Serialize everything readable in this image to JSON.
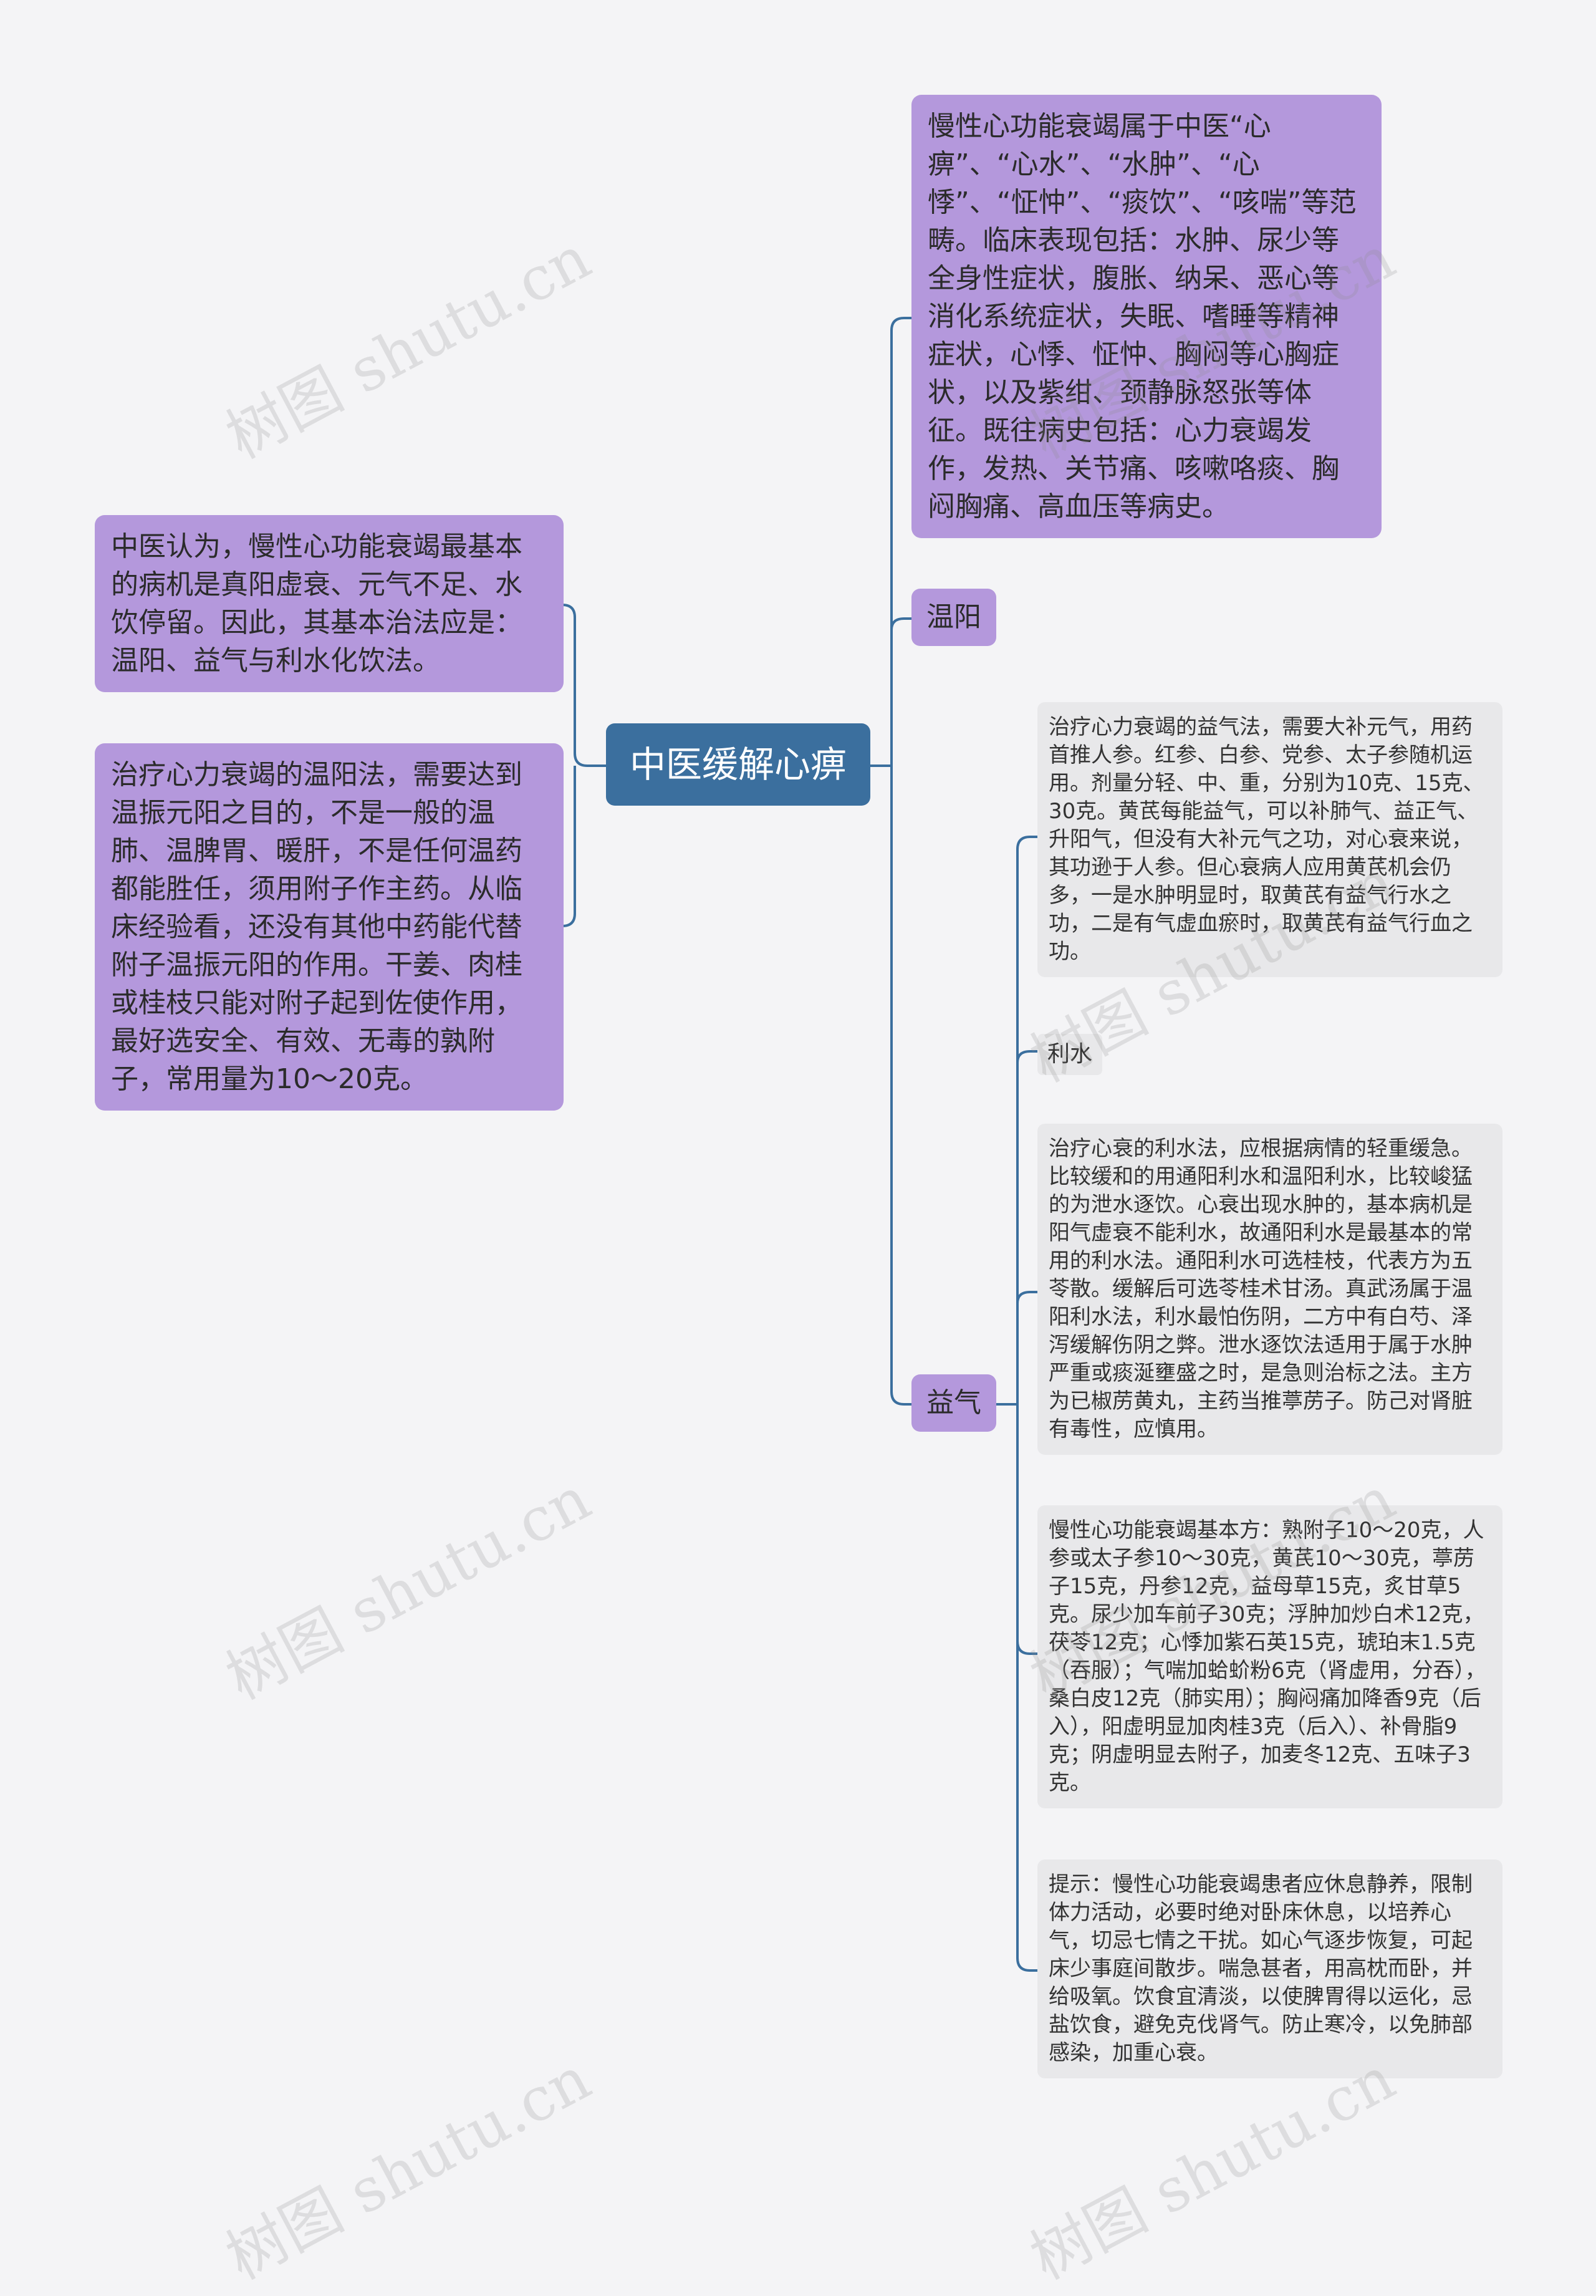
{
  "root": {
    "label": "中医缓解心痹"
  },
  "left": {
    "node1": "中医认为，慢性心功能衰竭最基本的病机是真阳虚衰、元气不足、水饮停留。因此，其基本治法应是：温阳、益气与利水化饮法。",
    "node2": "治疗心力衰竭的温阳法，需要达到温振元阳之目的，不是一般的温肺、温脾胃、暖肝，不是任何温药都能胜任，须用附子作主药。从临床经验看，还没有其他中药能代替附子温振元阳的作用。干姜、肉桂或桂枝只能对附子起到佐使作用，最好选安全、有效、无毒的孰附子，常用量为10～20克。"
  },
  "right": {
    "top_note": "慢性心功能衰竭属于中医“心痹”、“心水”、“水肿”、“心悸”、“怔忡”、“痰饮”、“咳喘”等范畴。临床表现包括：水肿、尿少等全身性症状，腹胀、纳呆、恶心等消化系统症状，失眠、嗜睡等精神症状，心悸、怔忡、胸闷等心胸症状，以及紫绀、颈静脉怒张等体征。既往病史包括：心力衰竭发作，发热、关节痛、咳嗽咯痰、胸闷胸痛、高血压等病史。",
    "wenyang": "温阳",
    "yiqi": "益气",
    "children": {
      "c1": "治疗心力衰竭的益气法，需要大补元气，用药首推人参。红参、白参、党参、太子参随机运用。剂量分轻、中、重，分别为10克、15克、30克。黄芪每能益气，可以补肺气、益正气、升阳气，但没有大补元气之功，对心衰来说，其功逊于人参。但心衰病人应用黄芪机会仍多，一是水肿明显时，取黄芪有益气行水之功，二是有气虚血瘀时，取黄芪有益气行血之功。",
      "c2": "利水",
      "c3": "治疗心衰的利水法，应根据病情的轻重缓急。比较缓和的用通阳利水和温阳利水，比较峻猛的为泄水逐饮。心衰出现水肿的，基本病机是阳气虚衰不能利水，故通阳利水是最基本的常用的利水法。通阳利水可选桂枝，代表方为五苓散。缓解后可选苓桂术甘汤。真武汤属于温阳利水法，利水最怕伤阴，二方中有白芍、泽泻缓解伤阴之弊。泄水逐饮法适用于属于水肿严重或痰涎壅盛之时，是急则治标之法。主方为已椒苈黄丸，主药当推葶苈子。防己对肾脏有毒性，应慎用。",
      "c4": "慢性心功能衰竭基本方：熟附子10～20克，人参或太子参10～30克，黄芪10～30克，葶苈子15克，丹参12克，益母草15克，炙甘草5克。尿少加车前子30克；浮肿加炒白术12克，茯苓12克；心悸加紫石英15克，琥珀末1.5克（吞服）；气喘加蛤蚧粉6克（肾虚用，分吞），桑白皮12克（肺实用）；胸闷痛加降香9克（后入），阳虚明显加肉桂3克（后入）、补骨脂9克；阴虚明显去附子，加麦冬12克、五味子3克。",
      "c5": "提示：慢性心功能衰竭患者应休息静养，限制体力活动，必要时绝对卧床休息，以培养心气，切忌七情之干扰。如心气逐步恢复，可起床少事庭间散步。喘急甚者，用高枕而卧，并给吸氧。饮食宜清淡，以使脾胃得以运化，忌盐饮食，避免克伐肾气。防止寒冷，以免肺部感染，加重心衰。"
    }
  },
  "watermark": "树图 shutu.cn",
  "colors": {
    "root": "#3b6f9e",
    "node": "#b498dc",
    "leaf": "#e8e8ea",
    "line": "#3b6f9e"
  }
}
